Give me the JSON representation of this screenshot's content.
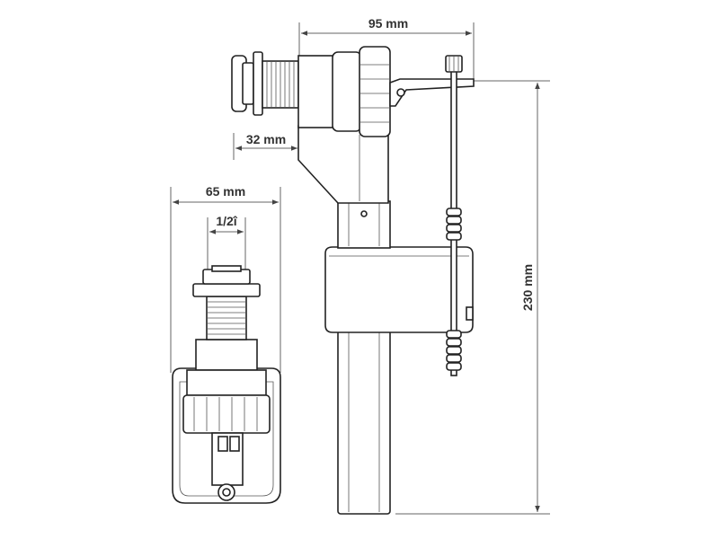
{
  "dimensions": {
    "width_top": "95 mm",
    "inlet_offset": "32 mm",
    "float_width": "65 mm",
    "thread_size": "1/2î",
    "height": "230 mm"
  }
}
